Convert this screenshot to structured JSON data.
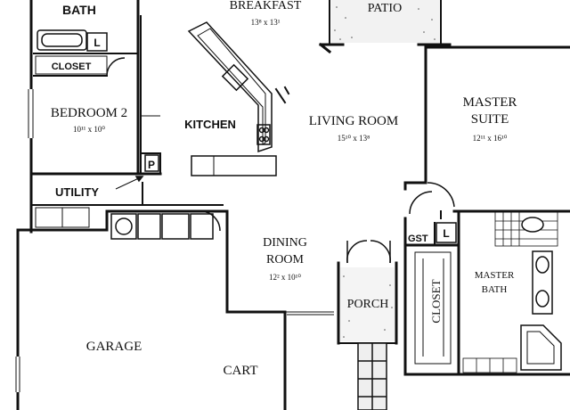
{
  "rooms": {
    "bath": {
      "name": "BATH"
    },
    "closet_small": {
      "name": "CLOSET"
    },
    "linen": {
      "mark": "L"
    },
    "bedroom2": {
      "name": "BEDROOM 2",
      "dims": "10¹¹ x 10⁰"
    },
    "pantry": {
      "mark": "P"
    },
    "utility": {
      "name": "UTILITY"
    },
    "breakfast": {
      "name": "BREAKFAST",
      "dims": "13⁸ x 13¹"
    },
    "patio": {
      "name": "PATIO"
    },
    "kitchen": {
      "name": "KITCHEN"
    },
    "living": {
      "name": "LIVING ROOM",
      "dims": "15¹⁰ x 13⁸"
    },
    "master_suite": {
      "name_line1": "MASTER",
      "name_line2": "SUITE",
      "dims": "12¹¹ x 16¹⁰"
    },
    "dining": {
      "name_line1": "DINING",
      "name_line2": "ROOM",
      "dims": "12² x 10¹⁰"
    },
    "gst": {
      "name": "GST"
    },
    "linen2": {
      "mark": "L"
    },
    "porch": {
      "name": "PORCH"
    },
    "closet_master": {
      "name": "CLOSET"
    },
    "master_bath": {
      "name_line1": "MASTER",
      "name_line2": "BATH"
    },
    "garage": {
      "name": "GARAGE"
    },
    "cart": {
      "name": "CART"
    }
  }
}
